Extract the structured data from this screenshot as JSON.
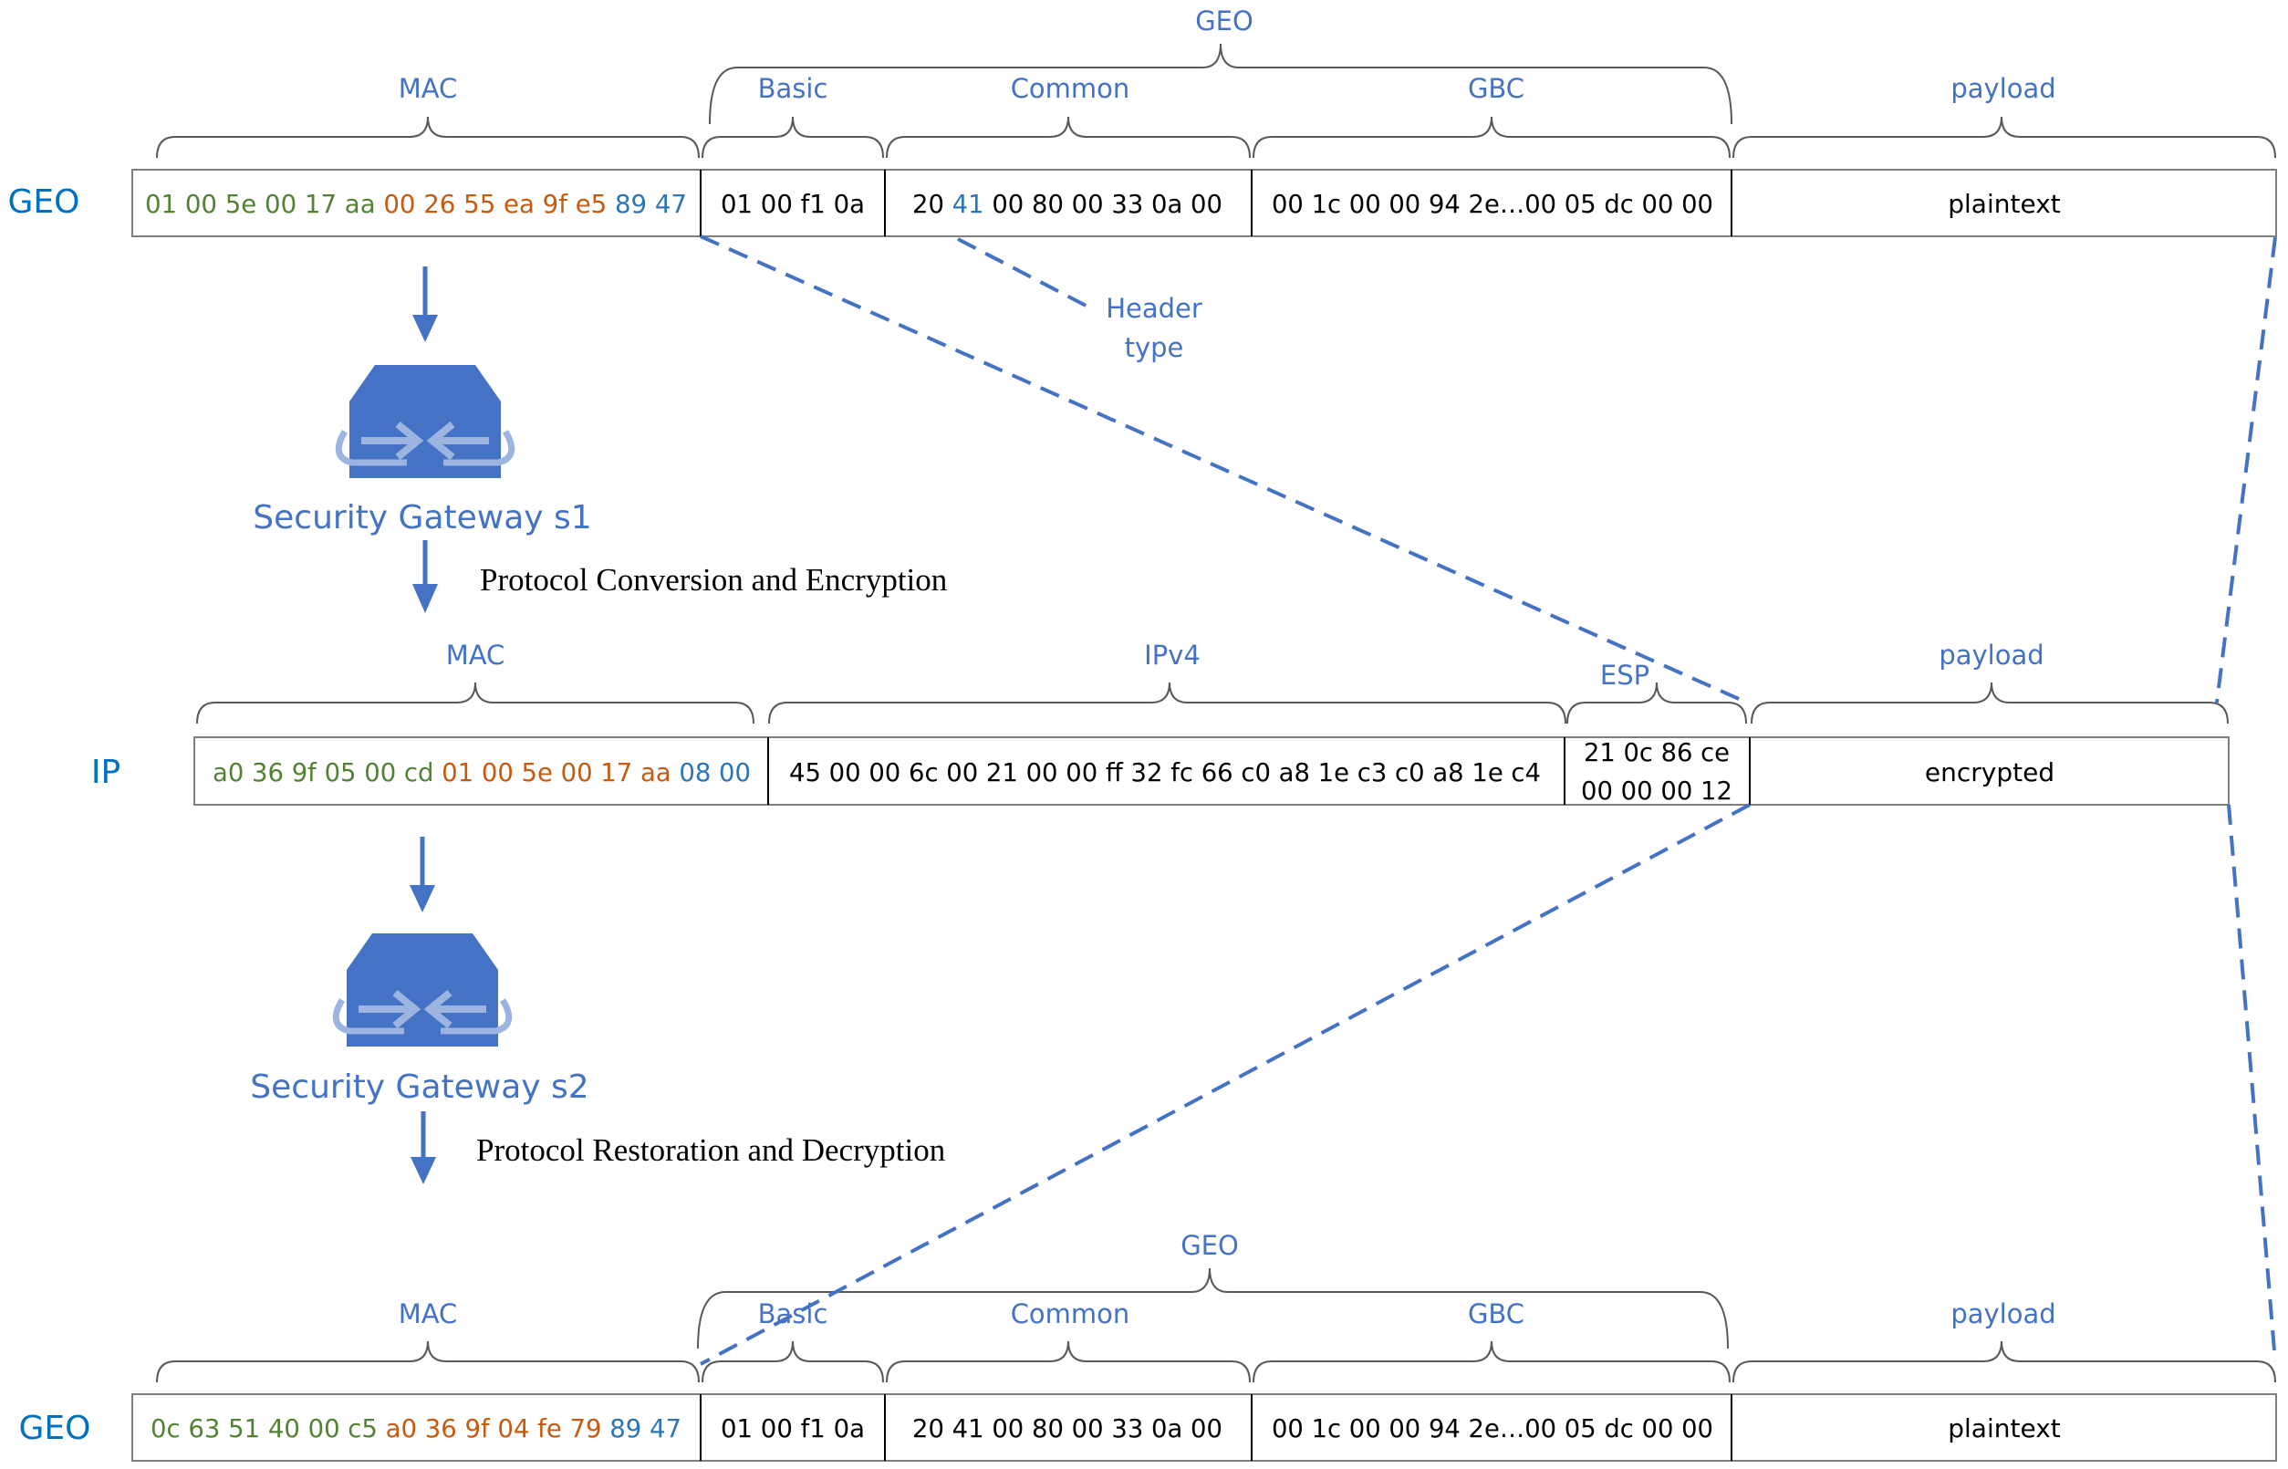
{
  "colors": {
    "label_blue": "#4472c4",
    "row_name_blue": "#0070c0",
    "hex_green": "#548235",
    "hex_orange": "#c55a11",
    "hex_blue": "#2e75b6",
    "gateway_blue": "#4472c4",
    "gateway_light": "#9db4e0"
  },
  "rows": [
    {
      "name": "GEO",
      "group_label": "GEO",
      "segments": [
        {
          "brace_label": "MAC",
          "parts": [
            {
              "text": "01 00 5e 00 17 aa",
              "color": "green"
            },
            {
              "text": " 00 26 55 ea 9f e5",
              "color": "orange"
            },
            {
              "text": " 89 47",
              "color": "blue"
            }
          ]
        },
        {
          "brace_label": "Basic",
          "parts": [
            {
              "text": "01 00 f1 0a",
              "color": "black"
            }
          ]
        },
        {
          "brace_label": "Common",
          "parts": [
            {
              "text": "20 ",
              "color": "black"
            },
            {
              "text": "41",
              "color": "blue"
            },
            {
              "text": " 00 80 00 33 0a 00",
              "color": "black"
            }
          ]
        },
        {
          "brace_label": "GBC",
          "parts": [
            {
              "text": "00 1c 00 00 94 2e…00 05 dc 00 00",
              "color": "black"
            }
          ]
        },
        {
          "brace_label": "payload",
          "parts": [
            {
              "text": "plaintext",
              "color": "black"
            }
          ]
        }
      ]
    },
    {
      "name": "IP",
      "group_label": "",
      "segments": [
        {
          "brace_label": "MAC",
          "parts": [
            {
              "text": "a0 36 9f 05 00 cd",
              "color": "green"
            },
            {
              "text": " 01 00 5e 00 17 aa",
              "color": "orange"
            },
            {
              "text": " 08 00",
              "color": "blue"
            }
          ]
        },
        {
          "brace_label": "IPv4",
          "parts": [
            {
              "text": "45 00 00 6c 00 21 00 00 ff 32 fc 66 c0 a8 1e c3 c0 a8 1e c4",
              "color": "black"
            }
          ]
        },
        {
          "brace_label": "ESP",
          "lines": [
            "21 0c 86 ce",
            "00 00 00 12"
          ]
        },
        {
          "brace_label": "payload",
          "parts": [
            {
              "text": "encrypted",
              "color": "black"
            }
          ]
        }
      ]
    },
    {
      "name": "GEO",
      "group_label": "GEO",
      "segments": [
        {
          "brace_label": "MAC",
          "parts": [
            {
              "text": "0c 63 51 40 00 c5",
              "color": "green"
            },
            {
              "text": " a0 36 9f 04 fe 79",
              "color": "orange"
            },
            {
              "text": " 89 47",
              "color": "blue"
            }
          ]
        },
        {
          "brace_label": "Basic",
          "parts": [
            {
              "text": "01 00 f1 0a",
              "color": "black"
            }
          ]
        },
        {
          "brace_label": "Common",
          "parts": [
            {
              "text": "20 41 00 80 00 33 0a 00",
              "color": "black"
            }
          ]
        },
        {
          "brace_label": "GBC",
          "parts": [
            {
              "text": "00 1c 00 00 94 2e…00 05 dc 00 00",
              "color": "black"
            }
          ]
        },
        {
          "brace_label": "payload",
          "parts": [
            {
              "text": "plaintext",
              "color": "black"
            }
          ]
        }
      ]
    }
  ],
  "annotation": {
    "line1": "Header",
    "line2": "type"
  },
  "gateways": [
    {
      "name": "Security Gateway s1",
      "step": "Protocol Conversion and Encryption",
      "icon": "gateway-icon"
    },
    {
      "name": "Security Gateway s2",
      "step": "Protocol Restoration and Decryption",
      "icon": "gateway-icon"
    }
  ]
}
